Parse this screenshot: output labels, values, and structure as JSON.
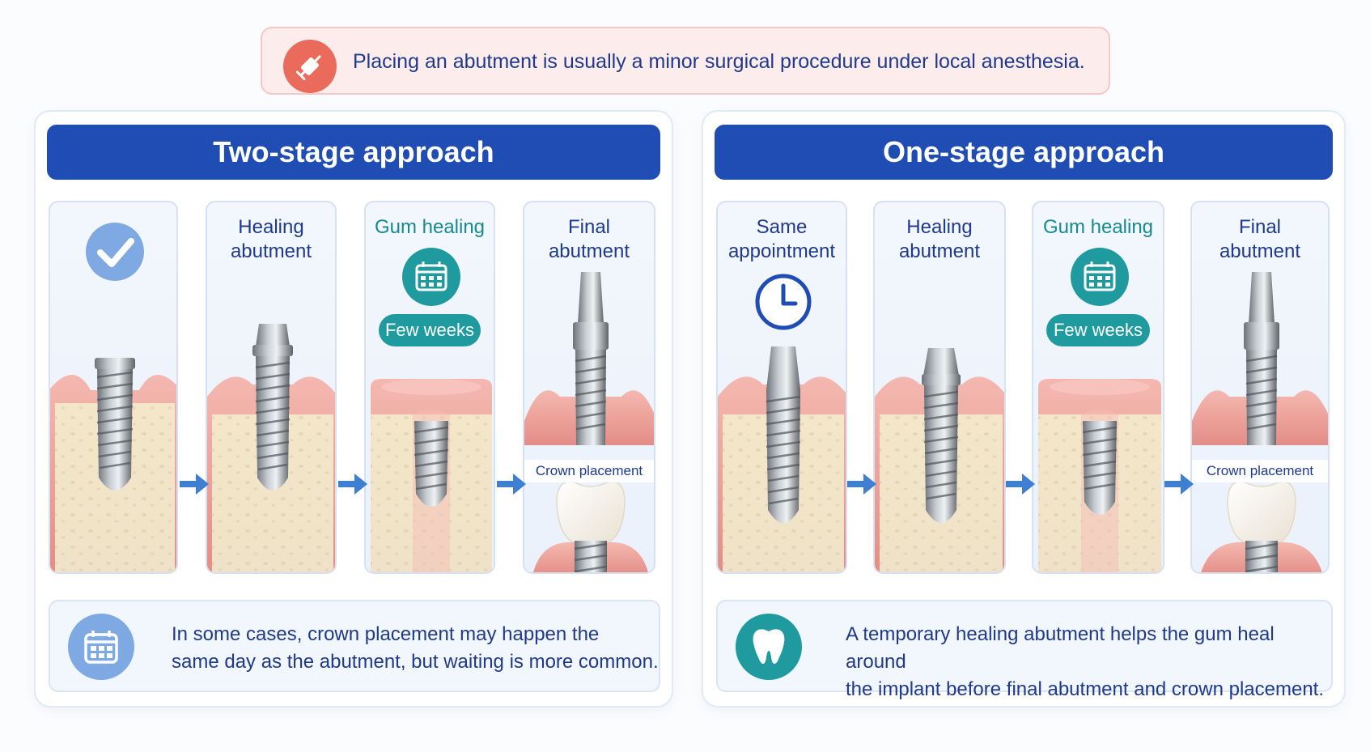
{
  "banner": {
    "text": "Placing an abutment is usually a minor surgical procedure under local anesthesia.",
    "icon": "syringe-icon",
    "accent": "#ea6a5b"
  },
  "two_stage": {
    "title": "Two-stage approach",
    "steps": [
      {
        "title": "",
        "icon": "check-icon"
      },
      {
        "title": "Healing\nabutment"
      },
      {
        "title": "Gum healing",
        "badge": "Few weeks",
        "icon": "calendar-icon"
      },
      {
        "title": "Final\nabutment",
        "caption": "Crown placement"
      }
    ],
    "note": "In some cases, crown placement may happen the\nsame day as the abutment, but waiting is more common."
  },
  "one_stage": {
    "title": "One-stage approach",
    "steps": [
      {
        "title": "Same\nappointment",
        "icon": "clock-icon"
      },
      {
        "title": "Healing\nabutment"
      },
      {
        "title": "Gum healing",
        "badge": "Few weeks",
        "icon": "calendar-icon"
      },
      {
        "title": "Final\nabutment",
        "caption": "Crown placement"
      }
    ],
    "note": "A temporary healing abutment helps the gum heal around\nthe implant before final abutment and crown placement."
  },
  "colors": {
    "header_blue": "#1f4db3",
    "teal": "#1f9ba0",
    "arrow_blue": "#3f7fd1",
    "gum": "#f0a8a1",
    "bone": "#f4e6c6"
  }
}
